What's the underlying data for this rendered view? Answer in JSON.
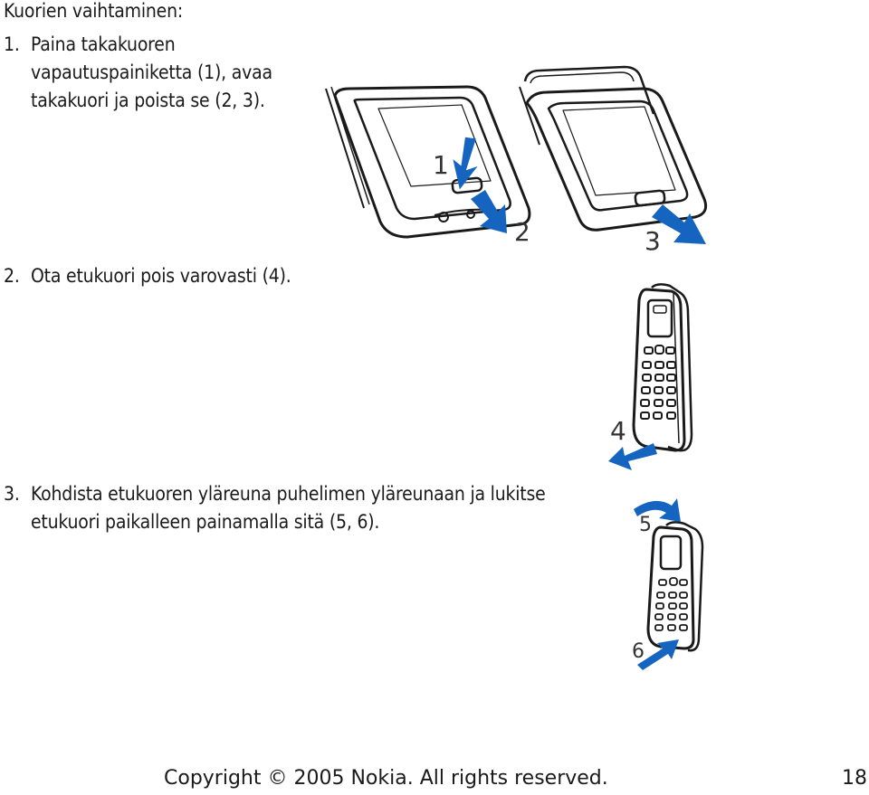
{
  "title": "Kuorien vaihtaminen:",
  "steps": [
    {
      "number": "1.",
      "lines": [
        "Paina takakuoren",
        "vapautuspainiketta (1), avaa",
        "takakuori ja poista se (2, 3)."
      ]
    },
    {
      "number": "2.",
      "lines": [
        "Ota etukuori pois varovasti (4)."
      ]
    },
    {
      "number": "3.",
      "lines": [
        "Kohdista etukuoren yläreuna puhelimen yläreunaan ja lukitse",
        "etukuori paikalleen painamalla sitä (5, 6)."
      ]
    }
  ],
  "figure_labels": {
    "one": "1",
    "two": "2",
    "three": "3",
    "four": "4",
    "five": "5",
    "six": "6"
  },
  "colors": {
    "arrow": "#1565c0",
    "outline": "#1a1a1a"
  },
  "footer": {
    "copyright": "Copyright © 2005 Nokia. All rights reserved.",
    "page_number": "18"
  }
}
